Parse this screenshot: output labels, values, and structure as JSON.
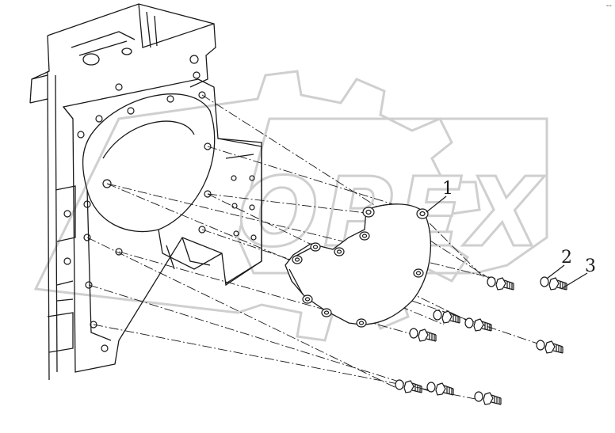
{
  "watermark": {
    "text": "OPEX",
    "color": "#d4d4d4"
  },
  "callouts": [
    {
      "label": "1",
      "part": "cover"
    },
    {
      "label": "2",
      "part": "washer"
    },
    {
      "label": "3",
      "part": "bolt"
    }
  ],
  "corner_mark": "--",
  "colors": {
    "line": "#1a1a1a",
    "watermark": "#d4d4d4"
  },
  "icons": {
    "watermark": "gear-logo-icon"
  }
}
